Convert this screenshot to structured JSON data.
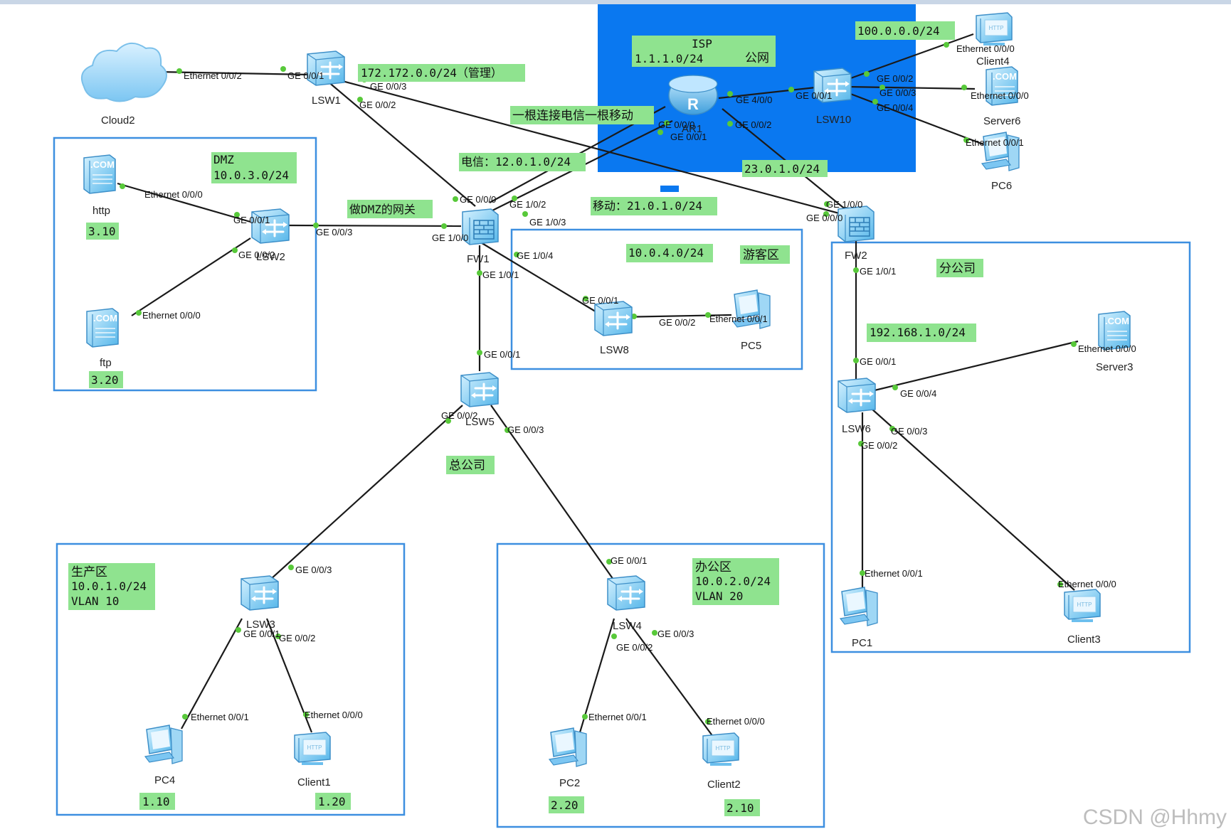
{
  "labels": {
    "isp_title": "ISP",
    "isp_net": "1.1.1.0/24",
    "isp_public": "公网",
    "net_100": "100.0.0.0/24",
    "net_172": "172.172.0.0/24（管理）",
    "note_telecom_mobile": "一根连接电信一根移动",
    "telecom": "电信：12.0.1.0/24",
    "mobile": "移动：21.0.1.0/24",
    "net_23": "23.0.1.0/24",
    "dmz_title": "DMZ",
    "dmz_net": "10.0.3.0/24",
    "dmz_gateway": "做DMZ的网关",
    "guest_net": "10.0.4.0/24",
    "guest_zone": "游客区",
    "branch": "分公司",
    "branch_net": "192.168.1.0/24",
    "hq": "总公司",
    "prod_title": "生产区",
    "prod_net": "10.0.1.0/24",
    "prod_vlan": "VLAN 10",
    "office_title": "办公区",
    "office_net": "10.0.2.0/24",
    "office_vlan": "VLAN 20",
    "ip_http": "3.10",
    "ip_ftp": "3.20",
    "ip_pc4": "1.10",
    "ip_client1": "1.20",
    "ip_pc2": "2.20",
    "ip_client2": "2.10"
  },
  "devices": {
    "cloud2": "Cloud2",
    "lsw1": "LSW1",
    "ar1": "AR1",
    "lsw10": "LSW10",
    "client4": "Client4",
    "server6": "Server6",
    "pc6": "PC6",
    "http": "http",
    "ftp": "ftp",
    "lsw2": "LSW2",
    "fw1": "FW1",
    "fw2": "FW2",
    "lsw8": "LSW8",
    "pc5": "PC5",
    "lsw5": "LSW5",
    "lsw6": "LSW6",
    "server3": "Server3",
    "pc1": "PC1",
    "client3": "Client3",
    "lsw3": "LSW3",
    "pc4": "PC4",
    "client1": "Client1",
    "lsw4": "LSW4",
    "pc2": "PC2",
    "client2": "Client2"
  },
  "ports": {
    "cloud2_e002": "Ethernet 0/0/2",
    "lsw1_ge001": "GE 0/0/1",
    "lsw1_ge003": "GE 0/0/3",
    "lsw1_ge002": "GE 0/0/2",
    "ar1_ge000": "GE 0/0/0",
    "ar1_ge001": "GE 0/0/1",
    "ar1_ge002": "GE 0/0/2",
    "ar1_ge400": "GE 4/0/0",
    "lsw10_ge001": "GE 0/0/1",
    "lsw10_ge002": "GE 0/0/2",
    "lsw10_ge003": "GE 0/0/3",
    "lsw10_ge004": "GE 0/0/4",
    "client4_e000": "Ethernet 0/0/0",
    "server6_e000": "Ethernet 0/0/0",
    "pc6_e001": "Ethernet 0/0/1",
    "http_e000": "Ethernet 0/0/0",
    "ftp_e000": "Ethernet 0/0/0",
    "lsw2_ge001": "GE 0/0/1",
    "lsw2_ge002": "GE 0/0/2",
    "lsw2_ge003": "GE 0/0/3",
    "fw1_ge000": "GE 0/0/0",
    "fw1_ge102": "GE 1/0/2",
    "fw1_ge103": "GE 1/0/3",
    "fw1_ge100": "GE 1/0/0",
    "fw1_ge104": "GE 1/0/4",
    "fw1_ge101": "GE 1/0/1",
    "fw2_ge100": "GE 1/0/0",
    "fw2_ge000": "GE 0/0/0",
    "fw2_ge101": "GE 1/0/1",
    "lsw8_ge001": "GE 0/0/1",
    "lsw8_ge002": "GE 0/0/2",
    "pc5_e001": "Ethernet 0/0/1",
    "lsw5_ge001": "GE 0/0/1",
    "lsw5_ge002": "GE 0/0/2",
    "lsw5_ge003": "GE 0/0/3",
    "lsw6_ge001": "GE 0/0/1",
    "lsw6_ge004": "GE 0/0/4",
    "lsw6_ge003": "GE 0/0/3",
    "lsw6_ge002": "GE 0/0/2",
    "server3_e000": "Ethernet 0/0/0",
    "pc1_e001": "Ethernet 0/0/1",
    "client3_e000": "Ethernet 0/0/0",
    "lsw3_ge003": "GE 0/0/3",
    "lsw3_ge001": "GE 0/0/1",
    "lsw3_ge002": "GE 0/0/2",
    "pc4_e001": "Ethernet 0/0/1",
    "client1_e000": "Ethernet 0/0/0",
    "lsw4_ge001": "GE 0/0/1",
    "lsw4_ge002": "GE 0/0/2",
    "lsw4_ge003": "GE 0/0/3",
    "pc2_e001": "Ethernet 0/0/1",
    "client2_e000": "Ethernet 0/0/0"
  },
  "watermark": "CSDN @Hhmy",
  "colors": {
    "label_bg": "#8fe38f",
    "isp_bg": "#0a78f0",
    "zone_border": "#3d8fe0",
    "port_dot": "#58c93a"
  }
}
